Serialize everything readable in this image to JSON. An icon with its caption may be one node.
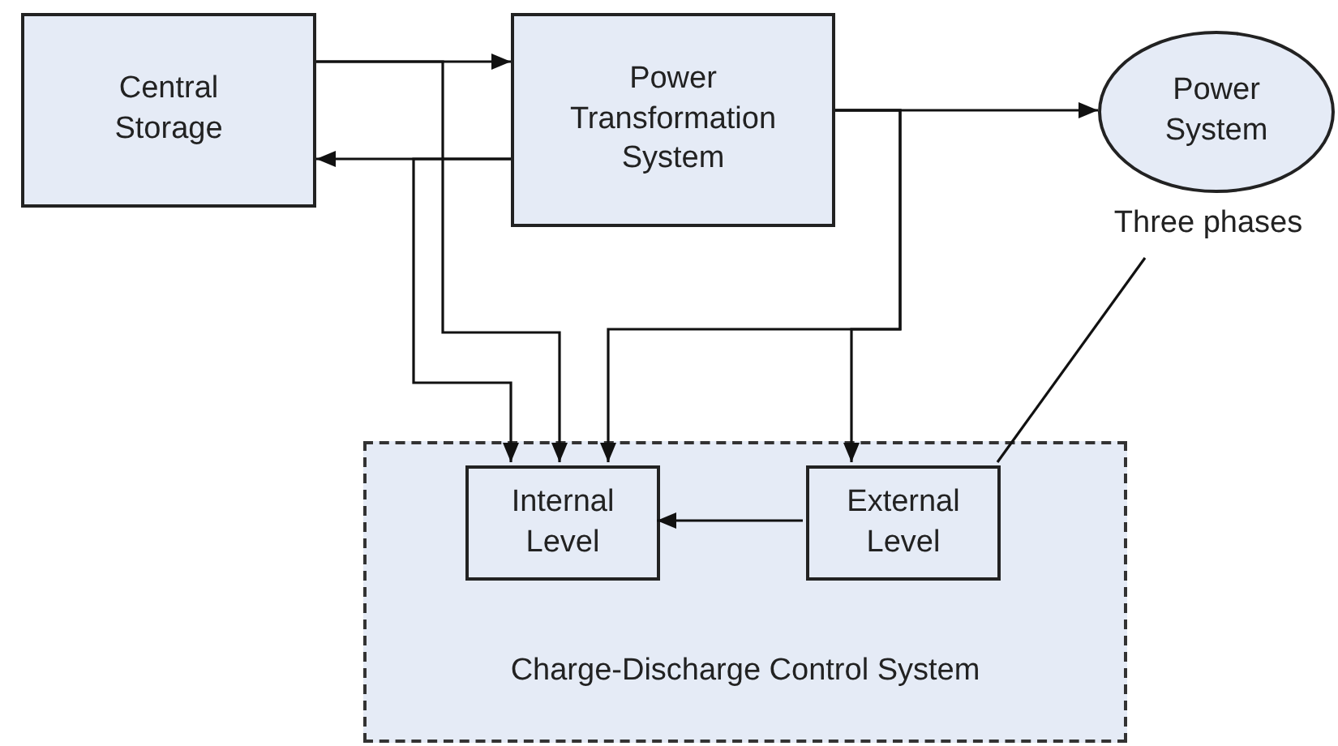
{
  "diagram": {
    "nodes": [
      {
        "text": [
          "Central Storage"
        ]
      },
      {
        "text": [
          "Power Transformation System"
        ]
      },
      {
        "text": [
          "Power System"
        ],
        "beside": [
          "Three phases"
        ]
      },
      {
        "text": [
          "Charge-Discharge Control System"
        ]
      },
      {
        "text": [
          "Internal Level"
        ],
        "in": 3
      },
      {
        "text": [
          "External Level"
        ],
        "in": 3
      }
    ],
    "edges": [
      {
        "from": 0,
        "to": 1,
        "arrow": "to"
      },
      {
        "from": 1,
        "to": 0,
        "arrow": "to"
      },
      {
        "from": 1,
        "to": 2,
        "arrow": "to"
      },
      {
        "from": 0,
        "to": 4,
        "arrow": "to"
      },
      {
        "from": 1,
        "to": 4,
        "arrow": "to"
      },
      {
        "from": 1,
        "to": 4,
        "arrow": "to"
      },
      {
        "from": 1,
        "to": 5,
        "arrow": "to"
      },
      {
        "from": 5,
        "to": 4,
        "arrow": "to"
      },
      {
        "from": 5,
        "to": 2,
        "arrow": "none"
      }
    ]
  }
}
